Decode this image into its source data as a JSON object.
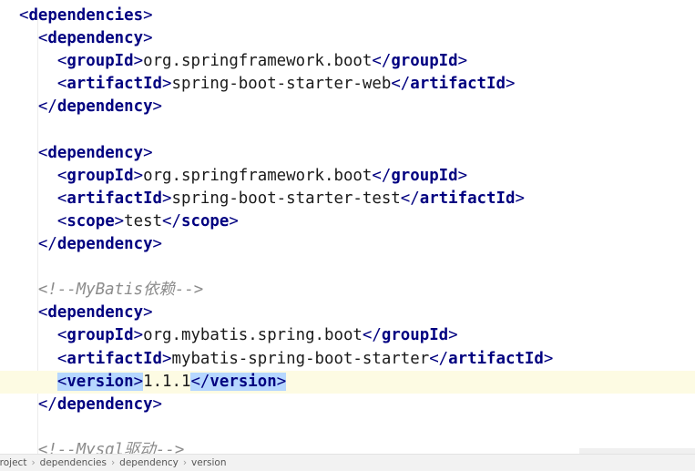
{
  "editor": {
    "lines": [
      {
        "indent": 2,
        "segments": [
          {
            "k": "p",
            "t": "<"
          },
          {
            "k": "t",
            "t": "dependencies"
          },
          {
            "k": "p",
            "t": ">"
          }
        ]
      },
      {
        "indent": 4,
        "segments": [
          {
            "k": "p",
            "t": "<"
          },
          {
            "k": "t",
            "t": "dependency"
          },
          {
            "k": "p",
            "t": ">"
          }
        ]
      },
      {
        "indent": 6,
        "segments": [
          {
            "k": "p",
            "t": "<"
          },
          {
            "k": "t",
            "t": "groupId"
          },
          {
            "k": "p",
            "t": ">"
          },
          {
            "k": "x",
            "t": "org.springframework.boot"
          },
          {
            "k": "p",
            "t": "</"
          },
          {
            "k": "t",
            "t": "groupId"
          },
          {
            "k": "p",
            "t": ">"
          }
        ]
      },
      {
        "indent": 6,
        "segments": [
          {
            "k": "p",
            "t": "<"
          },
          {
            "k": "t",
            "t": "artifactId"
          },
          {
            "k": "p",
            "t": ">"
          },
          {
            "k": "x",
            "t": "spring-boot-starter-web"
          },
          {
            "k": "p",
            "t": "</"
          },
          {
            "k": "t",
            "t": "artifactId"
          },
          {
            "k": "p",
            "t": ">"
          }
        ]
      },
      {
        "indent": 4,
        "segments": [
          {
            "k": "p",
            "t": "</"
          },
          {
            "k": "t",
            "t": "dependency"
          },
          {
            "k": "p",
            "t": ">"
          }
        ]
      },
      {
        "indent": 0,
        "segments": []
      },
      {
        "indent": 4,
        "segments": [
          {
            "k": "p",
            "t": "<"
          },
          {
            "k": "t",
            "t": "dependency"
          },
          {
            "k": "p",
            "t": ">"
          }
        ]
      },
      {
        "indent": 6,
        "segments": [
          {
            "k": "p",
            "t": "<"
          },
          {
            "k": "t",
            "t": "groupId"
          },
          {
            "k": "p",
            "t": ">"
          },
          {
            "k": "x",
            "t": "org.springframework.boot"
          },
          {
            "k": "p",
            "t": "</"
          },
          {
            "k": "t",
            "t": "groupId"
          },
          {
            "k": "p",
            "t": ">"
          }
        ]
      },
      {
        "indent": 6,
        "segments": [
          {
            "k": "p",
            "t": "<"
          },
          {
            "k": "t",
            "t": "artifactId"
          },
          {
            "k": "p",
            "t": ">"
          },
          {
            "k": "x",
            "t": "spring-boot-starter-test"
          },
          {
            "k": "p",
            "t": "</"
          },
          {
            "k": "t",
            "t": "artifactId"
          },
          {
            "k": "p",
            "t": ">"
          }
        ]
      },
      {
        "indent": 6,
        "segments": [
          {
            "k": "p",
            "t": "<"
          },
          {
            "k": "t",
            "t": "scope"
          },
          {
            "k": "p",
            "t": ">"
          },
          {
            "k": "x",
            "t": "test"
          },
          {
            "k": "p",
            "t": "</"
          },
          {
            "k": "t",
            "t": "scope"
          },
          {
            "k": "p",
            "t": ">"
          }
        ]
      },
      {
        "indent": 4,
        "segments": [
          {
            "k": "p",
            "t": "</"
          },
          {
            "k": "t",
            "t": "dependency"
          },
          {
            "k": "p",
            "t": ">"
          }
        ]
      },
      {
        "indent": 0,
        "segments": []
      },
      {
        "indent": 4,
        "segments": [
          {
            "k": "c",
            "t": "<!--MyBatis依赖-->"
          }
        ]
      },
      {
        "indent": 4,
        "segments": [
          {
            "k": "p",
            "t": "<"
          },
          {
            "k": "t",
            "t": "dependency"
          },
          {
            "k": "p",
            "t": ">"
          }
        ]
      },
      {
        "indent": 6,
        "segments": [
          {
            "k": "p",
            "t": "<"
          },
          {
            "k": "t",
            "t": "groupId"
          },
          {
            "k": "p",
            "t": ">"
          },
          {
            "k": "x",
            "t": "org.mybatis.spring.boot"
          },
          {
            "k": "p",
            "t": "</"
          },
          {
            "k": "t",
            "t": "groupId"
          },
          {
            "k": "p",
            "t": ">"
          }
        ]
      },
      {
        "indent": 6,
        "segments": [
          {
            "k": "p",
            "t": "<"
          },
          {
            "k": "t",
            "t": "artifactId"
          },
          {
            "k": "p",
            "t": ">"
          },
          {
            "k": "x",
            "t": "mybatis-spring-boot-starter"
          },
          {
            "k": "p",
            "t": "</"
          },
          {
            "k": "t",
            "t": "artifactId"
          },
          {
            "k": "p",
            "t": ">"
          }
        ]
      },
      {
        "indent": 6,
        "current": true,
        "segments": [
          {
            "k": "pm",
            "t": "<"
          },
          {
            "k": "t m",
            "t": "version"
          },
          {
            "k": "pm",
            "t": ">"
          },
          {
            "k": "x",
            "t": "1.1.1"
          },
          {
            "k": "pm",
            "t": "</"
          },
          {
            "k": "t m",
            "t": "version"
          },
          {
            "k": "pm",
            "t": ">"
          }
        ]
      },
      {
        "indent": 4,
        "segments": [
          {
            "k": "p",
            "t": "</"
          },
          {
            "k": "t",
            "t": "dependency"
          },
          {
            "k": "p",
            "t": ">"
          }
        ]
      },
      {
        "indent": 0,
        "segments": []
      },
      {
        "indent": 4,
        "cut": true,
        "segments": [
          {
            "k": "c",
            "t": "<!--Mysql驱动-->"
          }
        ]
      }
    ]
  },
  "breadcrumb": {
    "items": [
      "project",
      "dependencies",
      "dependency",
      "version"
    ],
    "separator": "›"
  },
  "colors": {
    "tag": "#000080",
    "comment": "#8c8c8c",
    "match_highlight": "#b6d7ff",
    "current_line": "#fdfbe3"
  }
}
